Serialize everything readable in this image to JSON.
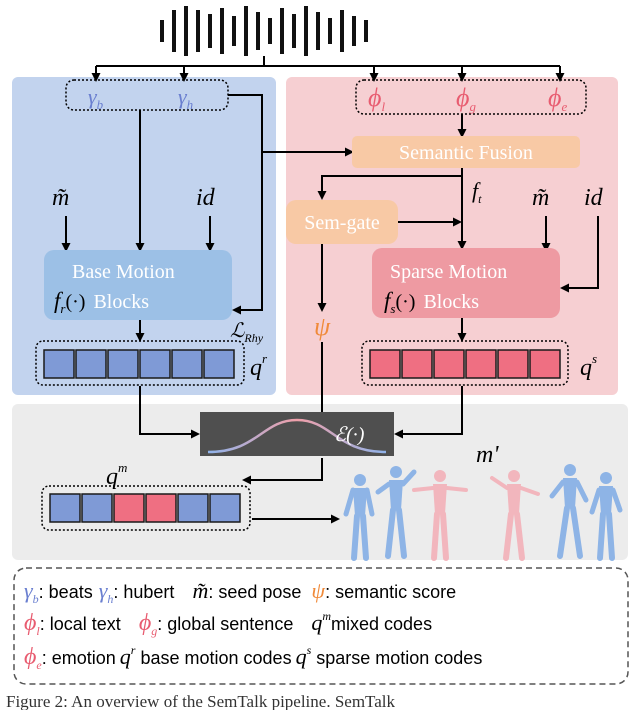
{
  "diagram": {
    "left_panel": {
      "gamma_b": "γ",
      "gamma_b_sub": "b",
      "gamma_h": "γ",
      "gamma_h_sub": "h",
      "m_tilde": "m̃",
      "id": "id",
      "block_line1": "Base Motion",
      "block_f": "f",
      "block_f_sub": "r",
      "block_arg": "(·)",
      "block_line2": "Blocks",
      "loss": "ℒ",
      "loss_sub": "Rhy",
      "q": "q",
      "q_sup": "r"
    },
    "right_panel": {
      "phi_l": "ϕ",
      "phi_l_sub": "l",
      "phi_g": "ϕ",
      "phi_g_sub": "g",
      "phi_e": "ϕ",
      "phi_e_sub": "e",
      "fusion": "Semantic Fusion",
      "f_t": "f",
      "f_t_sub": "t",
      "sem_gate": "Sem-gate",
      "psi": "ψ",
      "m_tilde": "m̃",
      "id": "id",
      "block_line1": "Sparse Motion",
      "block_f": "f",
      "block_f_sub": "s",
      "block_arg": "(·)",
      "block_line2": "Blocks",
      "q": "q",
      "q_sup": "s"
    },
    "bottom_panel": {
      "epsilon": "ℰ(·)",
      "q_m": "q",
      "q_m_sup": "m",
      "m_prime": "m'"
    },
    "legend": {
      "gamma_b": "γ",
      "gamma_b_sub": "b",
      "beats": ": beats",
      "gamma_h": "γ",
      "gamma_h_sub": "h",
      "hubert": ": hubert",
      "m_tilde": "m̃",
      "seed_pose": ": seed pose",
      "psi": "ψ",
      "semantic_score": ": semantic score",
      "phi_l": "ϕ",
      "phi_l_sub": "l",
      "local_text": ": local text",
      "phi_g": "ϕ",
      "phi_g_sub": "g",
      "global_sentence": ": global sentence",
      "q_m": "q",
      "q_m_sup": "m",
      "mixed_codes": "mixed codes",
      "phi_e": "ϕ",
      "phi_e_sub": "e",
      "emotion": ": emotion",
      "q_r": "q",
      "q_r_sup": "r",
      "base_codes": " base motion codes",
      "q_s": "q",
      "q_s_sup": "s",
      "sparse_codes": " sparse motion codes"
    },
    "caption": "Figure 2: An overview of the SemTalk pipeline. SemTalk"
  },
  "colors": {
    "blue_panel": "#c2d3ee",
    "pink_panel": "#f6cfd2",
    "gray_panel": "#ececec",
    "blue_block": "#9cc0e6",
    "pink_block": "#ee9aa2",
    "orange_block": "#f8c9a5",
    "blue_code": "#7f9ad6",
    "red_code": "#ef6f82",
    "blue_text": "#6a7fd0",
    "red_text": "#e85c70",
    "orange_text": "#f08a3a",
    "figure_blue": "#8eb4e6",
    "figure_pink": "#f2b6bd"
  }
}
